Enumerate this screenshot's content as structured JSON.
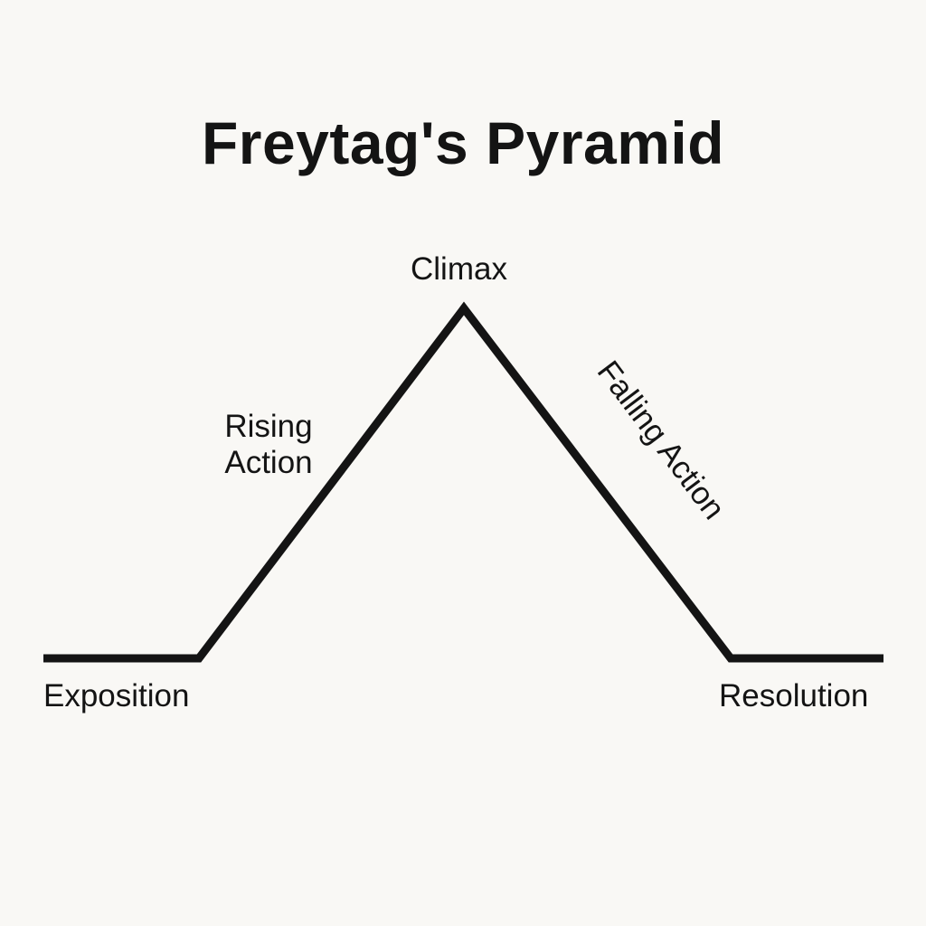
{
  "title": "Freytag's Pyramid",
  "labels": {
    "climax": "Climax",
    "rising_line1": "Rising",
    "rising_line2": "Action",
    "falling": "Falling Action",
    "exposition": "Exposition",
    "resolution": "Resolution"
  },
  "colors": {
    "background": "#f9f8f5",
    "line": "#141414"
  }
}
